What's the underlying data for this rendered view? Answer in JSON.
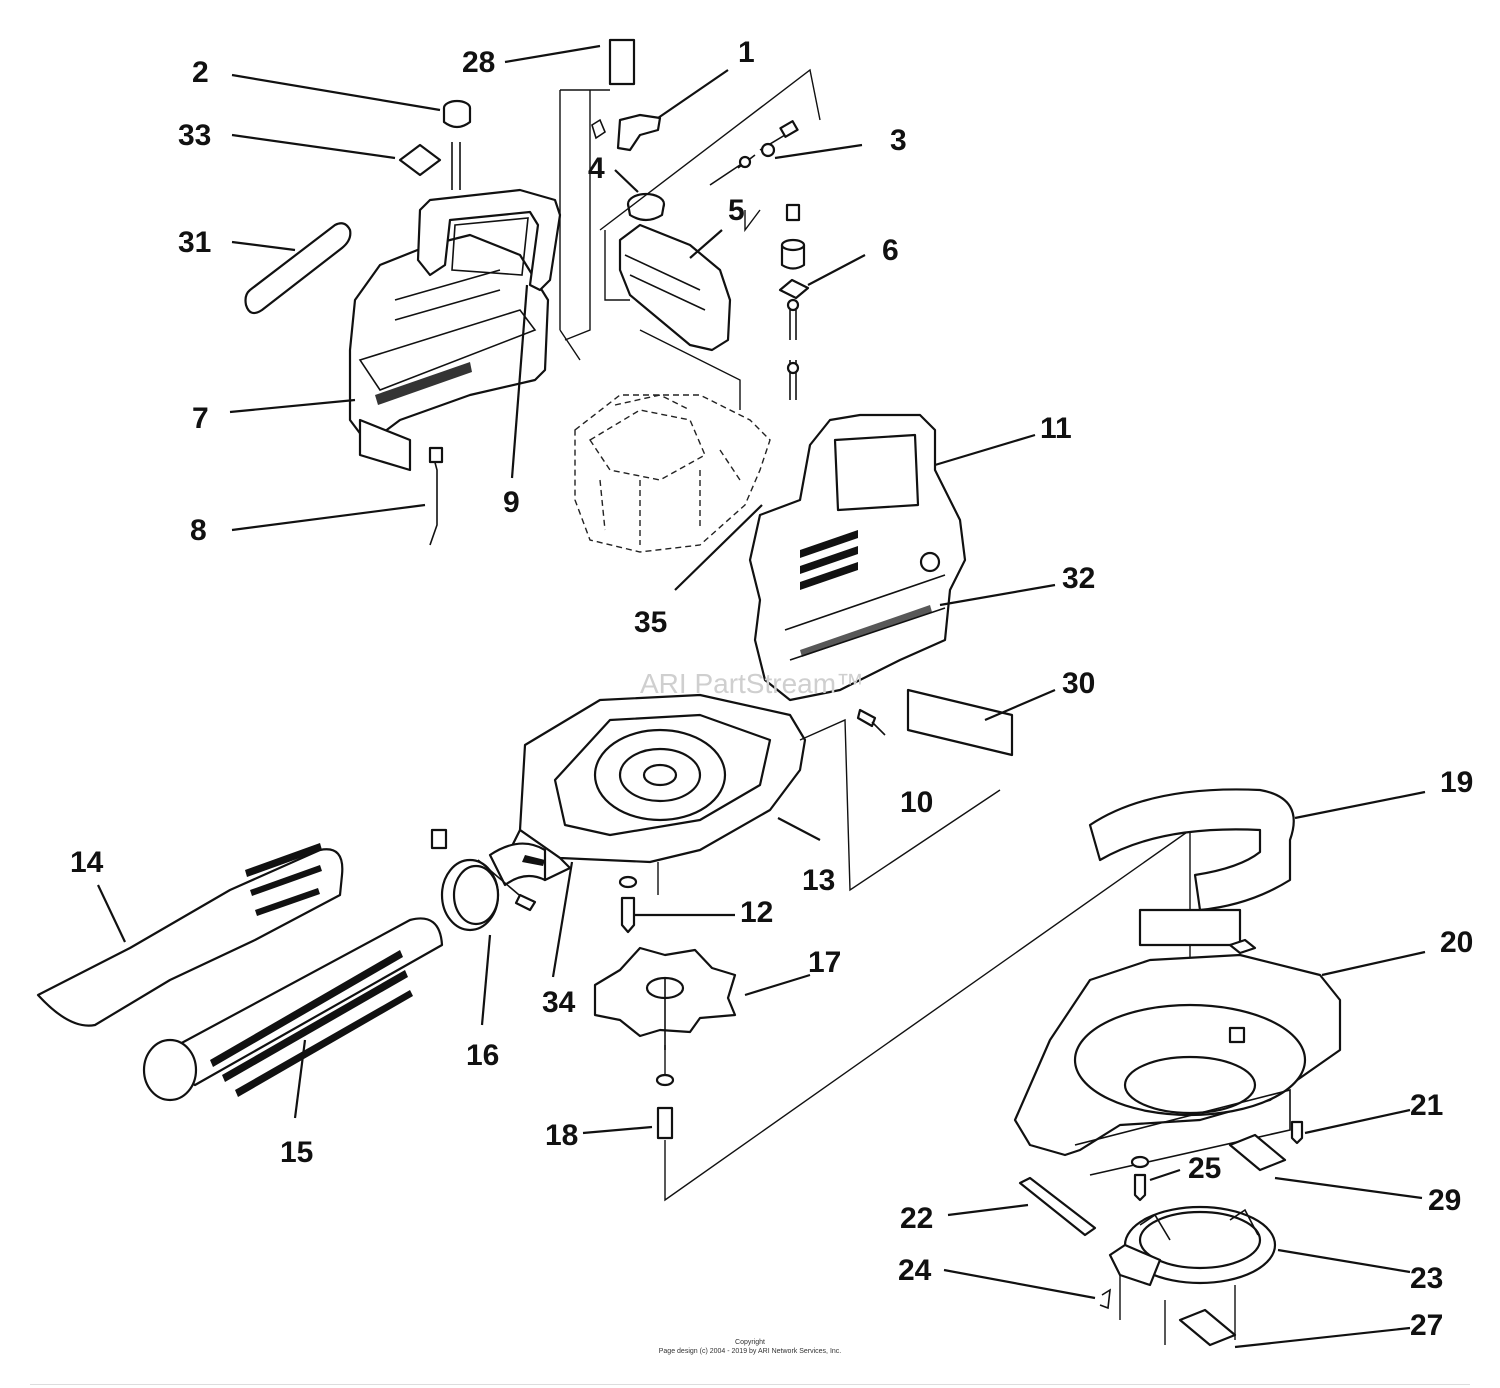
{
  "diagram": {
    "watermark": "ARI PartStream™",
    "footer": {
      "line1": "Copyright",
      "line2": "Page design (c) 2004 - 2019 by ARI Network Services, Inc."
    },
    "callouts": {
      "c1": "1",
      "c2": "2",
      "c3": "3",
      "c4": "4",
      "c5": "5",
      "c6": "6",
      "c7": "7",
      "c8": "8",
      "c9": "9",
      "c10": "10",
      "c11": "11",
      "c12": "12",
      "c13": "13",
      "c14": "14",
      "c15": "15",
      "c16": "16",
      "c17": "17",
      "c18": "18",
      "c19": "19",
      "c20": "20",
      "c21": "21",
      "c22": "22",
      "c23": "23",
      "c24": "24",
      "c25": "25",
      "c27": "27",
      "c28": "28",
      "c29": "29",
      "c30": "30",
      "c31": "31",
      "c32": "32",
      "c33": "33",
      "c34": "34",
      "c35": "35"
    }
  }
}
